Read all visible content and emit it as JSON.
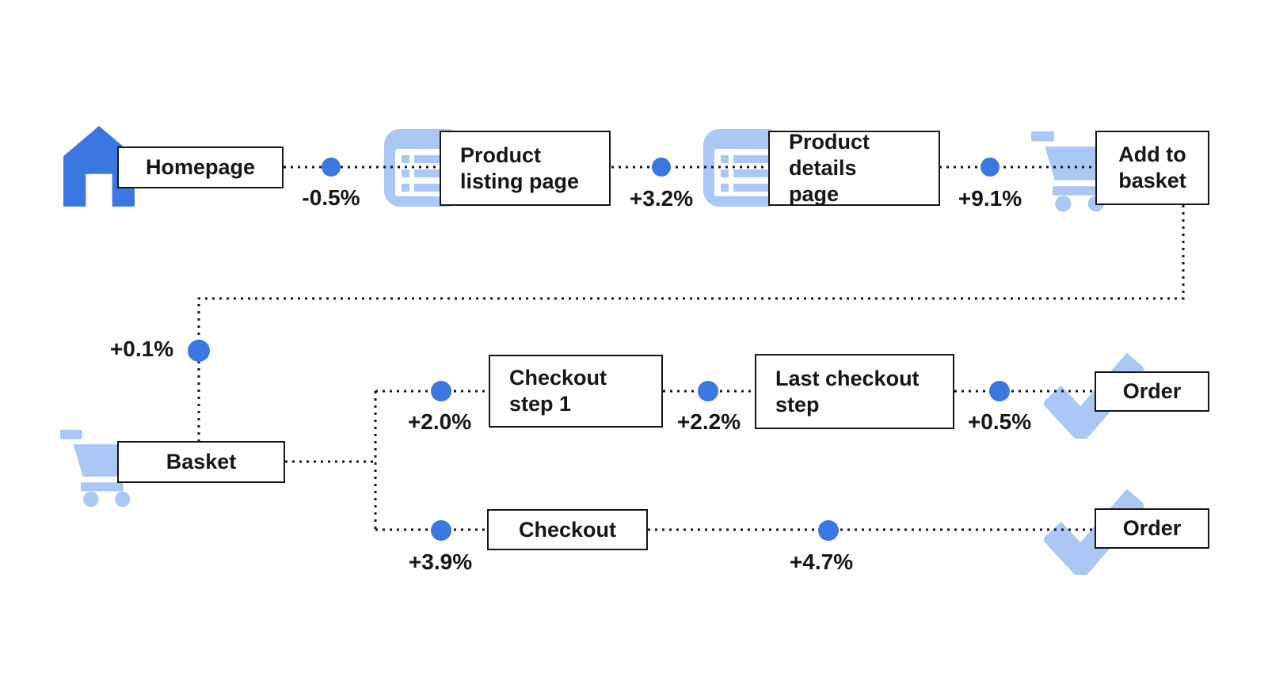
{
  "diagram_type": "user-flow-funnel",
  "colors": {
    "primary_blue": "#3b77e0",
    "light_blue": "#aac7f6",
    "line_and_text": "#161616"
  },
  "flow": {
    "nodes": [
      {
        "id": "homepage",
        "label": "Homepage",
        "icon": "home-icon"
      },
      {
        "id": "product-listing",
        "label": "Product listing page",
        "icon": "list-icon"
      },
      {
        "id": "product-details",
        "label": "Product details page",
        "icon": "list-icon"
      },
      {
        "id": "add-to-basket",
        "label": "Add to basket",
        "icon": "cart-icon"
      },
      {
        "id": "basket",
        "label": "Basket",
        "icon": "cart-icon"
      },
      {
        "id": "checkout-step-1",
        "label": "Checkout step 1",
        "icon": ""
      },
      {
        "id": "last-checkout-step",
        "label": "Last checkout step",
        "icon": ""
      },
      {
        "id": "order-top",
        "label": "Order",
        "icon": "check-icon"
      },
      {
        "id": "checkout",
        "label": "Checkout",
        "icon": ""
      },
      {
        "id": "order-bottom",
        "label": "Order",
        "icon": "check-icon"
      }
    ],
    "edges": [
      {
        "from": "homepage",
        "to": "product-listing",
        "delta": "-0.5%"
      },
      {
        "from": "product-listing",
        "to": "product-details",
        "delta": "+3.2%"
      },
      {
        "from": "product-details",
        "to": "add-to-basket",
        "delta": "+9.1%"
      },
      {
        "from": "add-to-basket",
        "to": "basket",
        "delta": "+0.1%"
      },
      {
        "from": "basket",
        "to": "checkout-step-1",
        "delta": "+2.0%"
      },
      {
        "from": "checkout-step-1",
        "to": "last-checkout-step",
        "delta": "+2.2%"
      },
      {
        "from": "last-checkout-step",
        "to": "order-top",
        "delta": "+0.5%"
      },
      {
        "from": "basket",
        "to": "checkout",
        "delta": "+3.9%"
      },
      {
        "from": "checkout",
        "to": "order-bottom",
        "delta": "+4.7%"
      }
    ]
  }
}
